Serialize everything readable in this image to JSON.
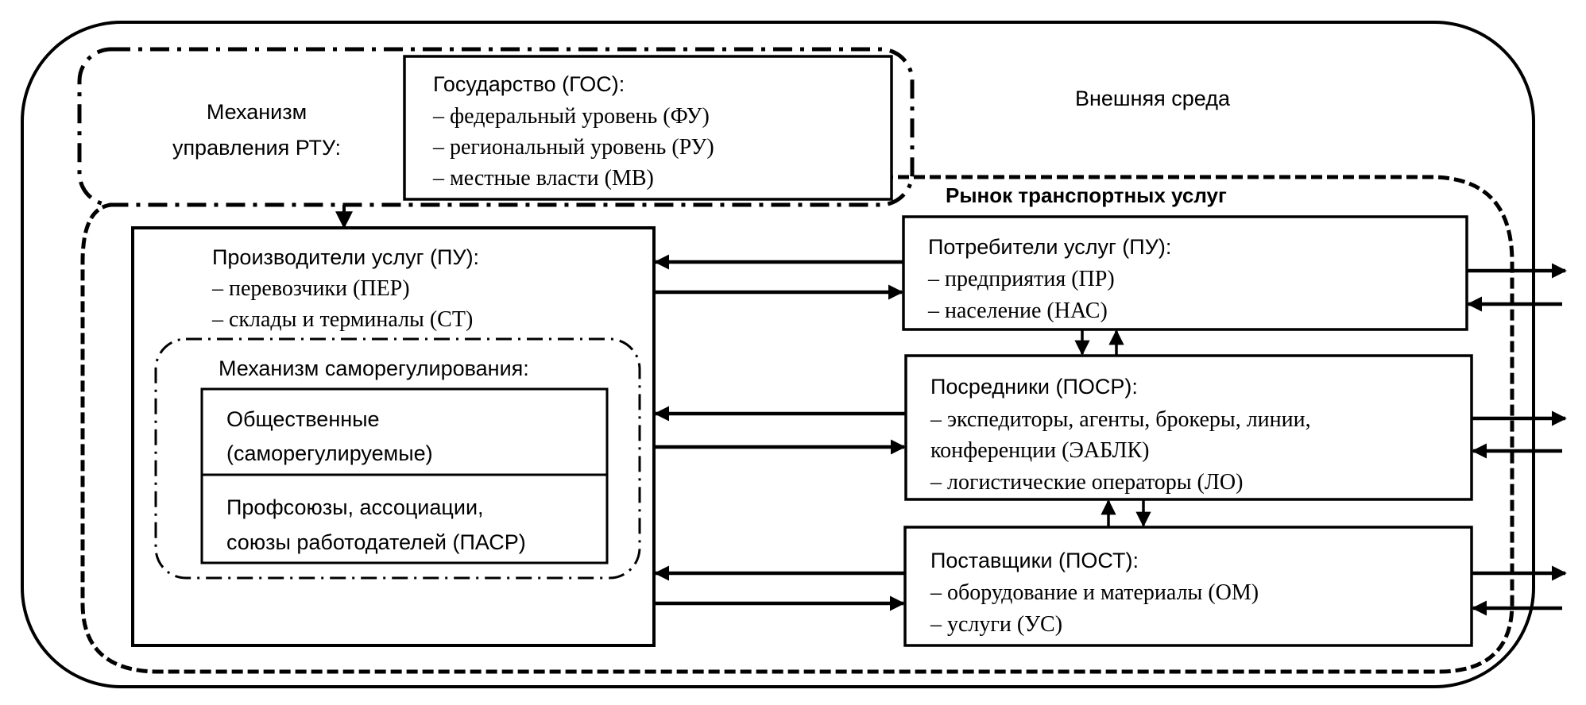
{
  "environment": {
    "label": "Внешняя среда"
  },
  "governance_mechanism": {
    "label_line1": "Механизм",
    "label_line2": "управления РТУ:",
    "state_box": {
      "title": "Государство (ГОС):",
      "items": [
        "– федеральный уровень (ФУ)",
        "– региональный уровень (РУ)",
        "– местные власти (МВ)"
      ]
    }
  },
  "market": {
    "title": "Рынок транспортных услуг",
    "producers": {
      "title": "Производители услуг (ПУ):",
      "items": [
        "– перевозчики (ПЕР)",
        "– склады и терминалы (СТ)"
      ],
      "self_regulation": {
        "title": "Механизм саморегулирования:",
        "public_box": {
          "line1": "Общественные",
          "line2": "(саморегулируемые)"
        },
        "unions_box": {
          "line1": "Профсоюзы, ассоциации,",
          "line2": "союзы работодателей (ПАСР)"
        }
      }
    },
    "consumers": {
      "title": "Потребители услуг (ПУ):",
      "items": [
        "– предприятия (ПР)",
        "– население (НАС)"
      ]
    },
    "intermediaries": {
      "title": "Посредники (ПОСР):",
      "items": [
        "– экспедиторы, агенты, брокеры, линии,",
        "конференции (ЭАБЛК)",
        "– логистические операторы (ЛО)"
      ]
    },
    "suppliers": {
      "title": "Поставщики (ПОСТ):",
      "items": [
        "– оборудование и материалы (ОМ)",
        "– услуги (УС)"
      ]
    }
  },
  "colors": {
    "stroke": "#000000",
    "background": "#ffffff"
  }
}
